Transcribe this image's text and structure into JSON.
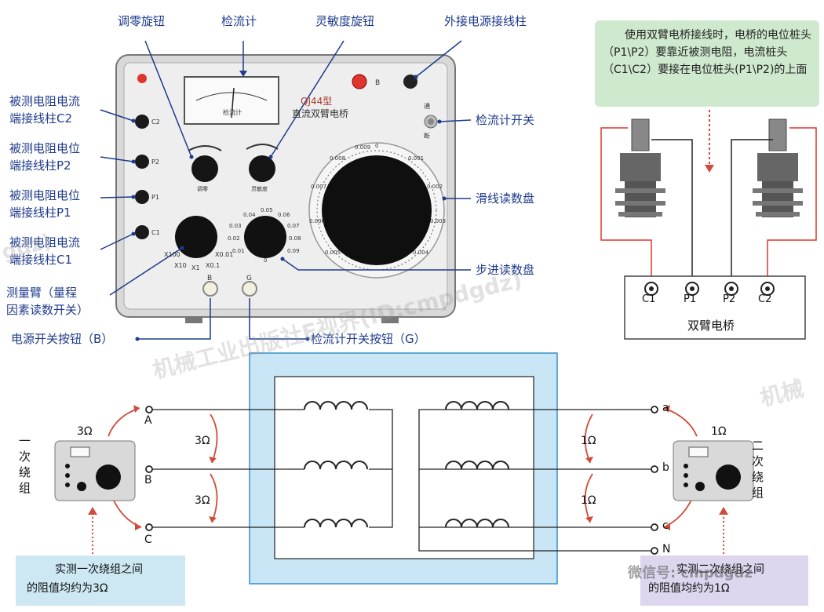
{
  "colors": {
    "label_blue": "#1f3b8c",
    "red_wire": "#e0352b",
    "core_fill": "#c8e6f5",
    "note_green": "#cfe9cf",
    "note_blue": "#cde8f3",
    "note_purple": "#ddd6ee"
  },
  "top_labels": {
    "zero_knob": "调零旋钮",
    "galvanometer": "检流计",
    "sensitivity_knob": "灵敏度旋钮",
    "ext_power_terminal": "外接电源接线柱"
  },
  "left_labels": {
    "c2": [
      "被测电阻电流",
      "端接线柱C2"
    ],
    "p2": [
      "被测电阻电位",
      "端接线柱P2"
    ],
    "p1": [
      "被测电阻电位",
      "端接线柱P1"
    ],
    "c1": [
      "被测电阻电流",
      "端接线柱C1"
    ],
    "arm": [
      "测量臂（量程",
      "因素读数开关）"
    ],
    "power_btn": "电源开关按钮（B）"
  },
  "right_labels": {
    "galv_switch": "检流计开关",
    "slide_dial": "滑线读数盘",
    "step_dial": "步进读数盘"
  },
  "bottom_label": {
    "galv_btn": "检流计开关按钮（G）"
  },
  "instrument": {
    "model": "QJ44型",
    "name": "直流双臂电桥",
    "meter_text": "检流计",
    "btn_b": "B",
    "btn_g": "G",
    "c2": "C2",
    "p2": "P2",
    "p1": "P1",
    "c1": "C1",
    "arm_x001": "X0.01",
    "arm_x01": "X0.1",
    "arm_x1": "X1",
    "arm_x10": "X10",
    "arm_x100": "X100",
    "step_ticks": [
      "0.04",
      "0.05",
      "0.06",
      "0.07",
      "0.08",
      "0.09",
      "0.03",
      "0.02",
      "0.01",
      "0"
    ],
    "slide_ticks": [
      "0",
      "0.001",
      "0.002",
      "0.003",
      "0.004",
      "0.005",
      "0.006",
      "0.007",
      "0.008",
      "0.009"
    ],
    "plus_minus": "B",
    "switch_on": "通",
    "switch_off": "断",
    "zero_small": "调零",
    "sens_small": "灵敏度"
  },
  "bridge": {
    "note": "使用双臂电桥接线时，电桥的电位桩头（P1\\P2）要靠近被测电阻，电流桩头（C1\\C2）要接在电位桩头(P1\\P2)的上面",
    "terminals": [
      "C1",
      "P1",
      "P2",
      "C2"
    ],
    "name": "双臂电桥"
  },
  "transformer": {
    "primary_label": [
      "一",
      "次",
      "绕",
      "组"
    ],
    "secondary_label": [
      "二",
      "次",
      "绕",
      "组"
    ],
    "primary_terminals": [
      "A",
      "B",
      "C"
    ],
    "secondary_terminals": [
      "a",
      "b",
      "c",
      "N"
    ],
    "r_primary": "3Ω",
    "r_secondary": "1Ω",
    "note_primary": [
      "实测一次绕组之间",
      "的阻值均约为3Ω"
    ],
    "note_secondary": [
      "实测二次绕组之间",
      "的阻值均约为1Ω"
    ]
  },
  "watermarks": {
    "main": "机械工业出版社E视界(ID:cmpdgdz)",
    "right": "机械",
    "left": "gdz)",
    "wechat": "微信号: cmpdgdz"
  }
}
